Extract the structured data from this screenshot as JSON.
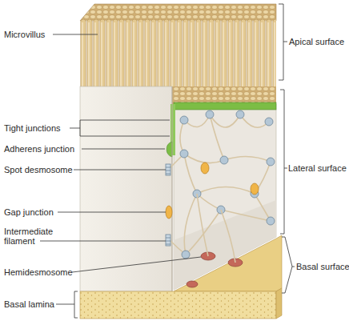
{
  "diagram": {
    "labels": [
      "Microvillus",
      "Apical surface",
      "Tight junctions",
      "Adherens junction",
      "Spot desmosome",
      "Lateral surface",
      "Gap junction",
      "Intermediate filament",
      "Hemidesmosome",
      "Basal surface",
      "Basal lamina"
    ]
  }
}
